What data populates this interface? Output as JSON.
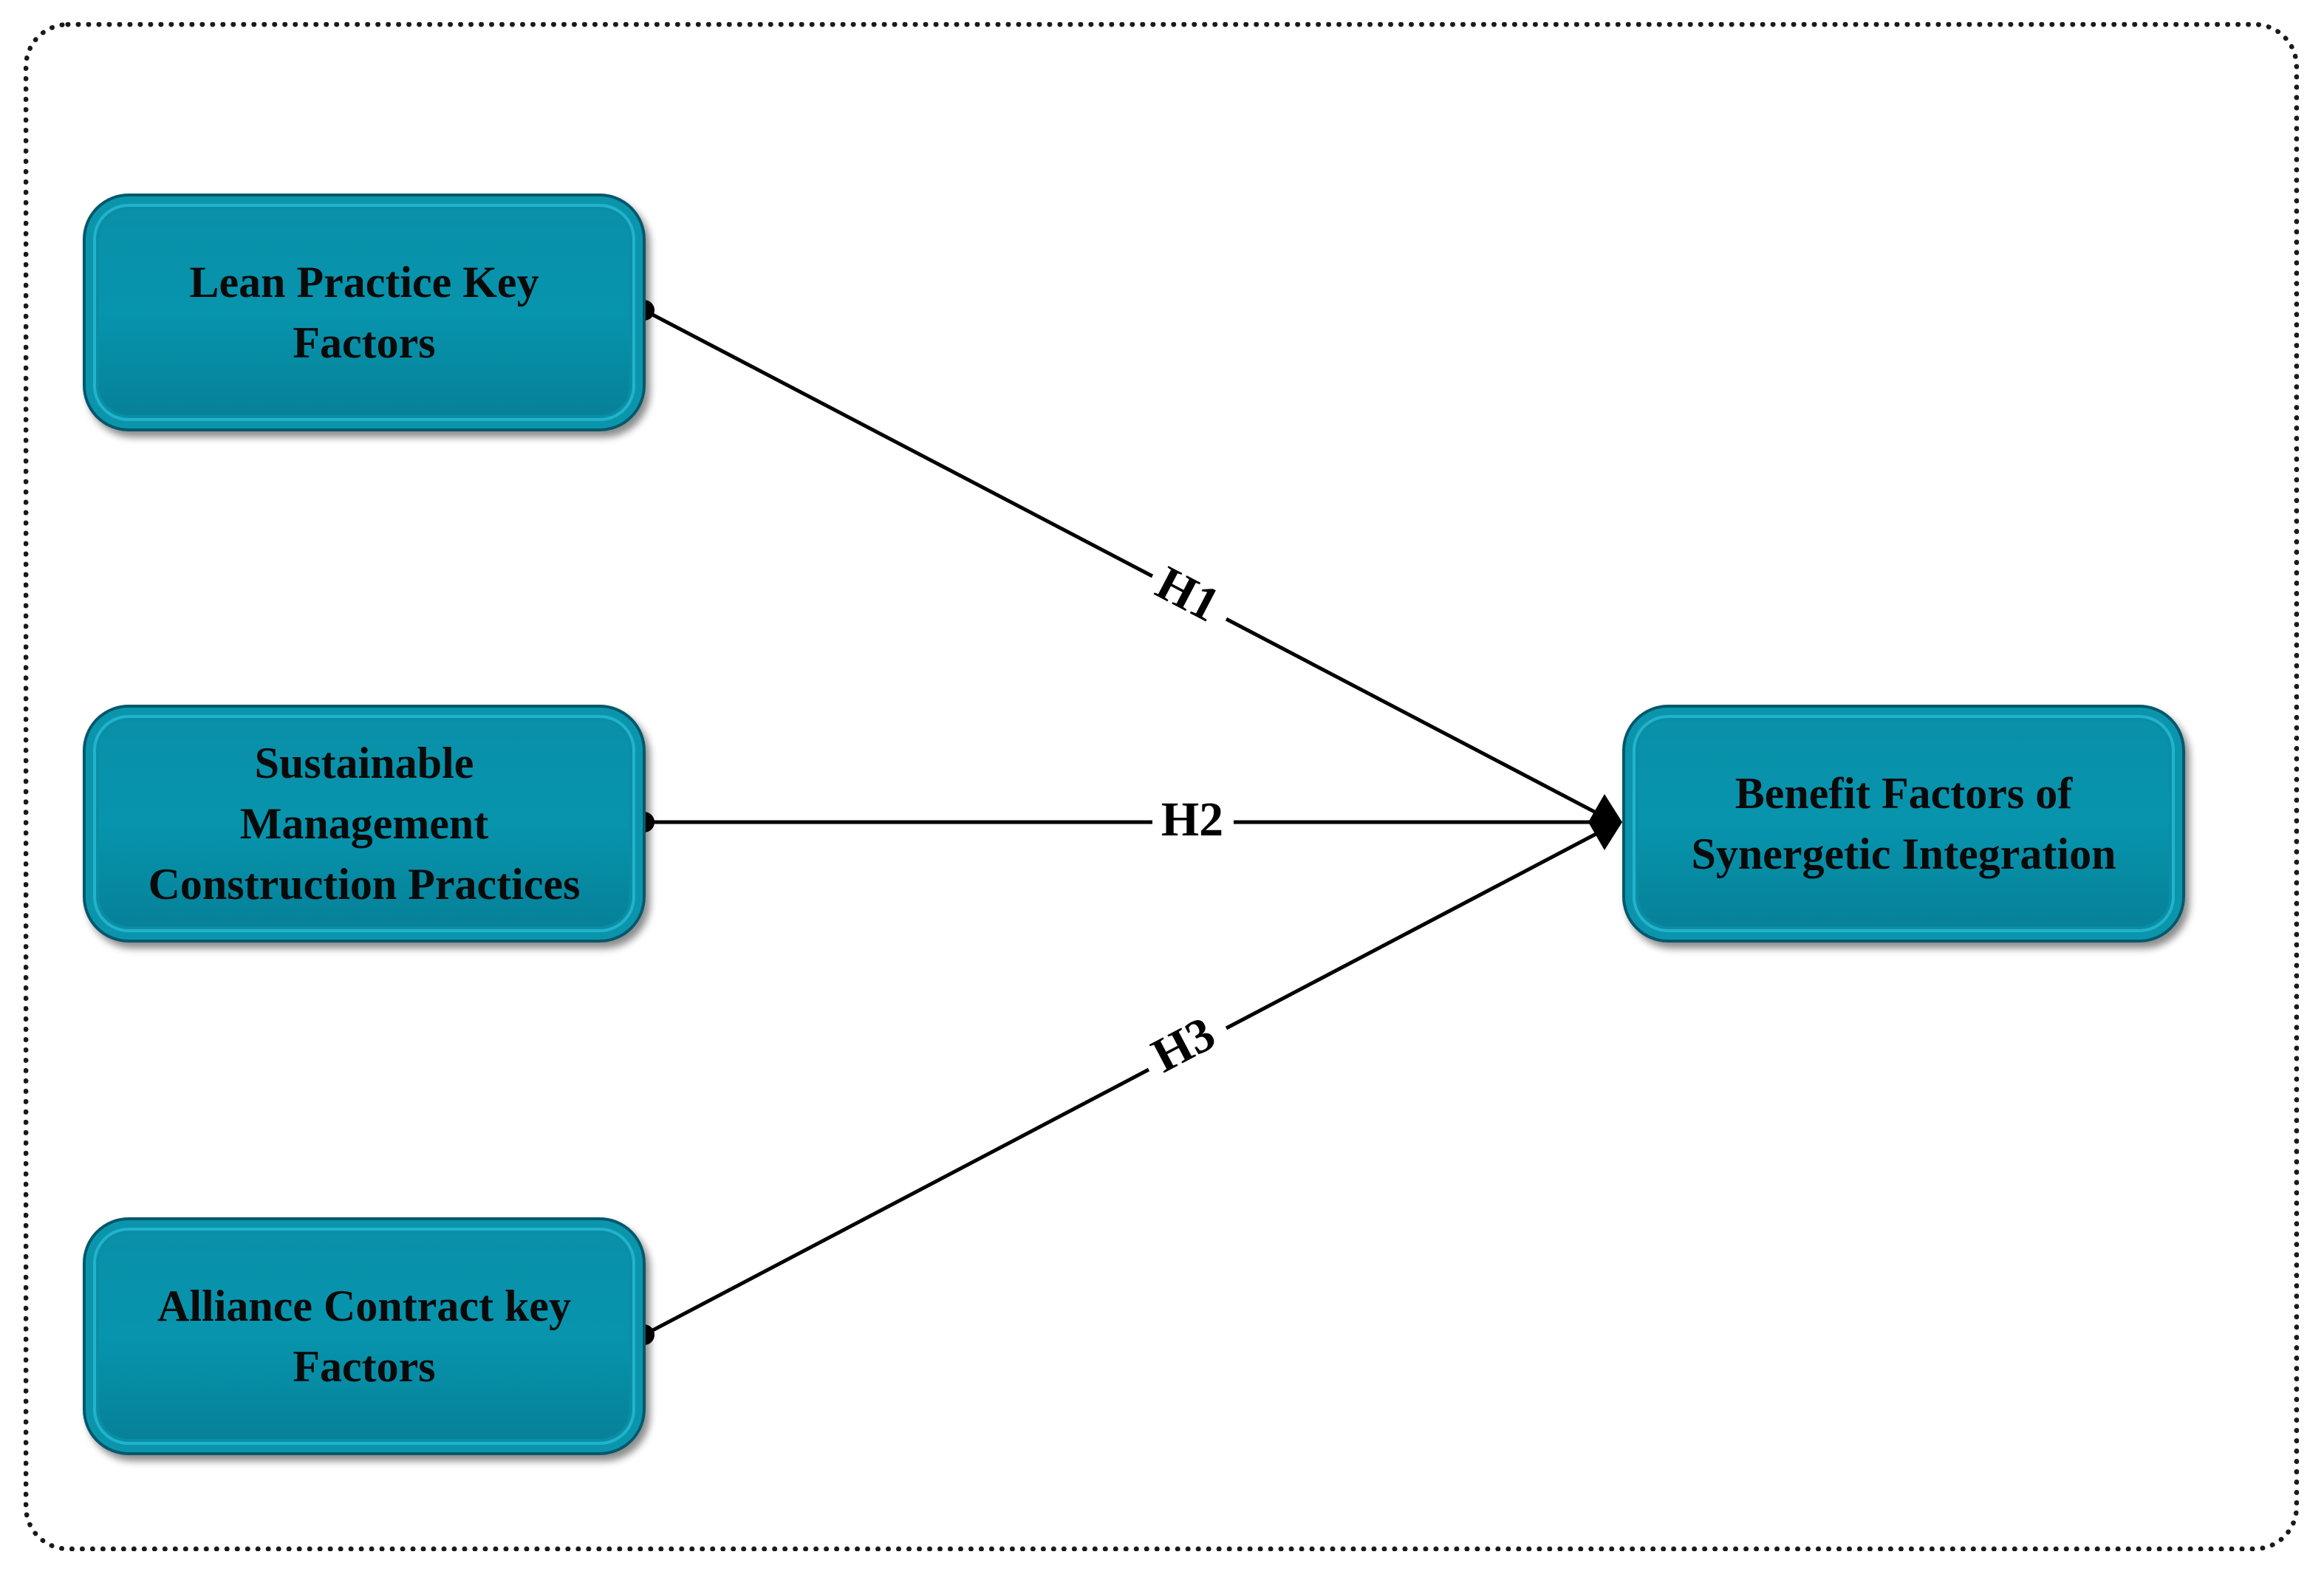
{
  "nodes": {
    "lean": {
      "label": "Lean Practice Key\nFactors"
    },
    "sustainable": {
      "label": "Sustainable\nManagement\nConstruction Practices"
    },
    "alliance": {
      "label": "Alliance Contract key\nFactors"
    },
    "benefit": {
      "label": "Benefit Factors of\nSynergetic Integration"
    }
  },
  "edges": [
    {
      "from": "lean",
      "to": "benefit",
      "label": "H1"
    },
    {
      "from": "sustainable",
      "to": "benefit",
      "label": "H2"
    },
    {
      "from": "alliance",
      "to": "benefit",
      "label": "H3"
    }
  ],
  "colors": {
    "node_fill": "#0794ad",
    "node_border": "#05586b",
    "edge": "#000000"
  }
}
